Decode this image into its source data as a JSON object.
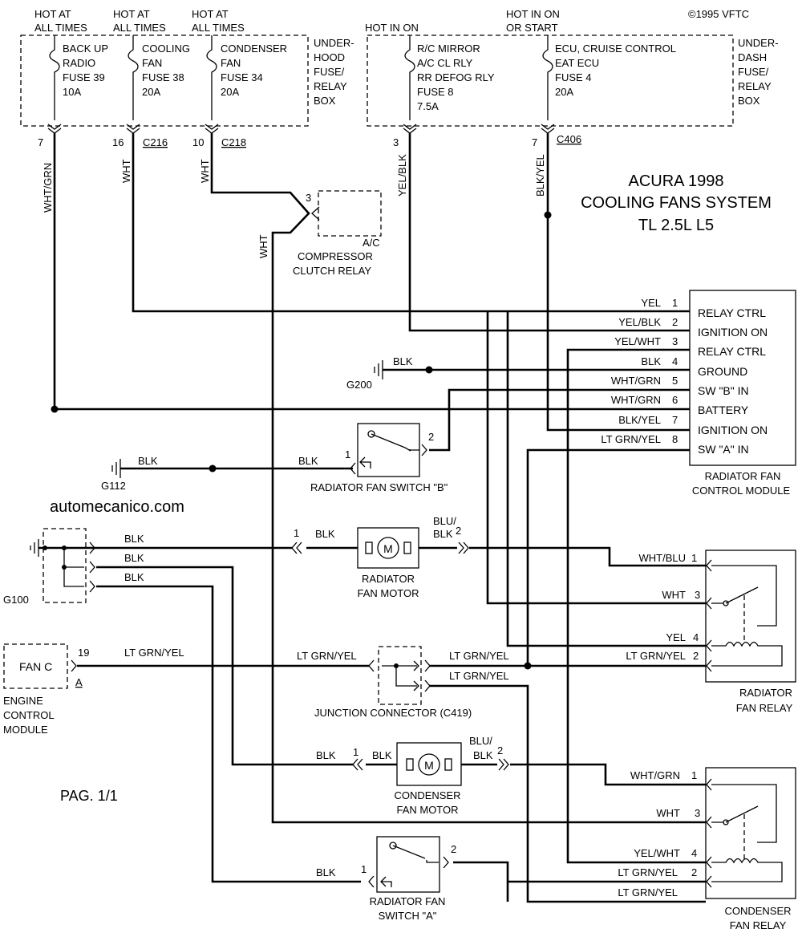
{
  "copyright": "©1995 VFTC",
  "title": [
    "ACURA 1998",
    "COOLING FANS SYSTEM",
    "TL 2.5L L5"
  ],
  "website": "automecanico.com",
  "page": "PAG. 1/1",
  "underhood_box": {
    "label": [
      "UNDER-",
      "HOOD",
      "FUSE/",
      "RELAY",
      "BOX"
    ],
    "fuses": [
      {
        "hot": [
          "HOT AT",
          "ALL TIMES"
        ],
        "lines": [
          "BACK UP",
          "RADIO",
          "FUSE 39",
          "10A"
        ],
        "pin": "7",
        "wire": "WHT/GRN",
        "connector": ""
      },
      {
        "hot": [
          "HOT AT",
          "ALL TIMES"
        ],
        "lines": [
          "COOLING",
          "FAN",
          "FUSE 38",
          "20A"
        ],
        "pin": "16",
        "wire": "WHT",
        "connector": "C216"
      },
      {
        "hot": [
          "HOT AT",
          "ALL TIMES"
        ],
        "lines": [
          "CONDENSER",
          "FAN",
          "FUSE 34",
          "20A"
        ],
        "pin": "10",
        "wire": "WHT",
        "connector": "C218"
      }
    ]
  },
  "underdash_box": {
    "label": [
      "UNDER-",
      "DASH",
      "FUSE/",
      "RELAY",
      "BOX"
    ],
    "fuses": [
      {
        "hot": [
          "HOT IN ON"
        ],
        "lines": [
          "R/C MIRROR",
          "A/C CL RLY",
          "RR DEFOG RLY",
          "FUSE 8",
          "7.5A"
        ],
        "pin": "3",
        "wire": "YEL/BLK"
      },
      {
        "hot": [
          "HOT IN ON",
          "OR START"
        ],
        "lines": [
          "ECU, CRUISE CONTROL",
          "EAT ECU",
          "FUSE 4",
          "20A"
        ],
        "pin": "7",
        "wire": "BLK/YEL",
        "connector": "C406"
      }
    ]
  },
  "ac_relay": {
    "pin": "3",
    "label": [
      "A/C",
      "COMPRESSOR",
      "CLUTCH RELAY"
    ],
    "wire_out": "WHT"
  },
  "control_module": {
    "label": [
      "RADIATOR FAN",
      "CONTROL MODULE"
    ],
    "pins": [
      {
        "wire": "YEL",
        "num": "1",
        "name": "RELAY CTRL"
      },
      {
        "wire": "YEL/BLK",
        "num": "2",
        "name": "IGNITION ON"
      },
      {
        "wire": "YEL/WHT",
        "num": "3",
        "name": "RELAY CTRL"
      },
      {
        "wire": "BLK",
        "num": "4",
        "name": "GROUND"
      },
      {
        "wire": "WHT/GRN",
        "num": "5",
        "name": "SW \"B\" IN"
      },
      {
        "wire": "WHT/GRN",
        "num": "6",
        "name": "BATTERY"
      },
      {
        "wire": "BLK/YEL",
        "num": "7",
        "name": "IGNITION ON"
      },
      {
        "wire": "LT GRN/YEL",
        "num": "8",
        "name": "SW \"A\" IN"
      }
    ]
  },
  "g200": {
    "label": "G200",
    "wire": "BLK"
  },
  "g112": {
    "label": "G112",
    "wire1": "BLK",
    "wire2": "BLK"
  },
  "switch_b": {
    "label": "RADIATOR FAN SWITCH \"B\"",
    "pin1": "1",
    "pin2": "2"
  },
  "g100": {
    "label": "G100",
    "wires": [
      "BLK",
      "BLK",
      "BLK"
    ]
  },
  "radiator_motor": {
    "label": [
      "RADIATOR",
      "FAN MOTOR"
    ],
    "pin1": "1",
    "wire1": "BLK",
    "pin2": "2",
    "wire2": [
      "BLU/",
      "BLK"
    ],
    "symbol": "M"
  },
  "radiator_relay": {
    "label": [
      "RADIATOR",
      "FAN RELAY"
    ],
    "pins": [
      {
        "wire": "WHT/BLU",
        "num": "1"
      },
      {
        "wire": "WHT",
        "num": "3"
      },
      {
        "wire": "YEL",
        "num": "4"
      },
      {
        "wire": "LT GRN/YEL",
        "num": "2"
      }
    ]
  },
  "ecm": {
    "box": "FAN C",
    "pin": "19",
    "pin_letter": "A",
    "wire": "LT GRN/YEL",
    "label": [
      "ENGINE",
      "CONTROL",
      "MODULE"
    ]
  },
  "junction": {
    "label": "JUNCTION CONNECTOR (C419)",
    "wire_in": "LT GRN/YEL",
    "wire_out1": "LT GRN/YEL",
    "wire_out2": "LT GRN/YEL"
  },
  "condenser_motor": {
    "label": [
      "CONDENSER",
      "FAN MOTOR"
    ],
    "wire_in": "BLK",
    "pin1": "1",
    "wire1": "BLK",
    "pin2": "2",
    "wire2": [
      "BLU/",
      "BLK"
    ],
    "symbol": "M"
  },
  "condenser_relay": {
    "label": [
      "CONDENSER",
      "FAN RELAY"
    ],
    "pins": [
      {
        "wire": "WHT/GRN",
        "num": "1"
      },
      {
        "wire": "WHT",
        "num": "3"
      },
      {
        "wire": "YEL/WHT",
        "num": "4"
      },
      {
        "wire": "LT GRN/YEL",
        "num": "2"
      },
      {
        "wire": "LT GRN/YEL",
        "num": ""
      }
    ]
  },
  "switch_a": {
    "label": [
      "RADIATOR FAN",
      "SWITCH \"A\""
    ],
    "pin1": "1",
    "wire": "BLK",
    "pin2": "2"
  }
}
